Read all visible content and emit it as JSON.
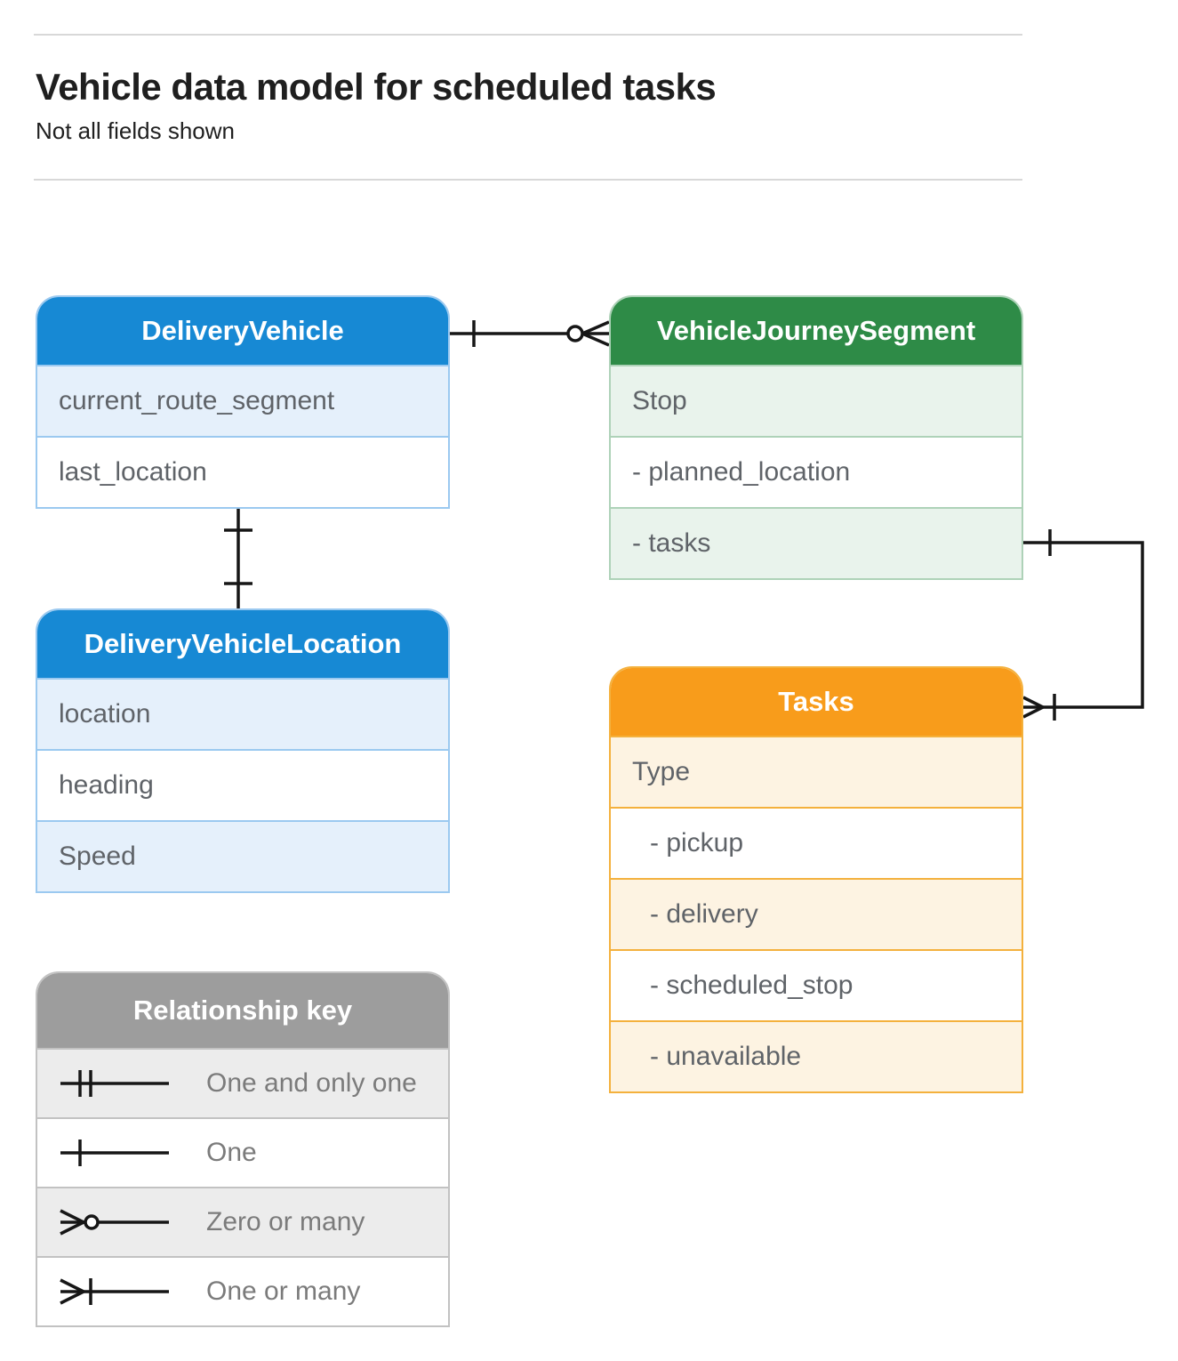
{
  "page": {
    "title": "Vehicle data model for scheduled tasks",
    "subtitle": "Not all fields shown"
  },
  "colors": {
    "blue": "#1789d4",
    "blue_light": "#e5f0fb",
    "blue_border": "#9bc9f0",
    "green": "#2e8b47",
    "green_light": "#e9f3ec",
    "green_border": "#aed2b8",
    "orange": "#f89c1b",
    "orange_light": "#fdf3e2",
    "orange_border": "#f4b13d",
    "gray": "#9d9d9d",
    "gray_light": "#ececec",
    "gray_border": "#c2c2c2",
    "row_text": "#5f6368",
    "legend_text": "#7b7b7b",
    "title_text": "#1f1f1f",
    "line": "#161616",
    "rule": "#d8d8d8",
    "header_text": "#ffffff"
  },
  "entities": {
    "delivery_vehicle": {
      "title": "DeliveryVehicle",
      "rows": [
        {
          "text": "current_route_segment"
        },
        {
          "text": "last_location"
        }
      ]
    },
    "vehicle_journey_segment": {
      "title": "VehicleJourneySegment",
      "rows": [
        {
          "text": "Stop"
        },
        {
          "text": "- planned_location"
        },
        {
          "text": "- tasks"
        }
      ]
    },
    "delivery_vehicle_location": {
      "title": "DeliveryVehicleLocation",
      "rows": [
        {
          "text": "location"
        },
        {
          "text": "heading"
        },
        {
          "text": "Speed"
        }
      ]
    },
    "tasks": {
      "title": "Tasks",
      "rows": [
        {
          "text": "Type"
        },
        {
          "text": "- pickup"
        },
        {
          "text": "- delivery"
        },
        {
          "text": "- scheduled_stop"
        },
        {
          "text": "- unavailable"
        }
      ]
    }
  },
  "legend": {
    "title": "Relationship key",
    "items": [
      {
        "symbol": "one-and-only-one",
        "label": "One and only one"
      },
      {
        "symbol": "one",
        "label": "One"
      },
      {
        "symbol": "zero-or-many",
        "label": "Zero or many"
      },
      {
        "symbol": "one-or-many",
        "label": "One or many"
      }
    ]
  },
  "relationships": [
    {
      "from": "DeliveryVehicle",
      "to": "VehicleJourneySegment",
      "from_cardinality": "one",
      "to_cardinality": "zero-or-many"
    },
    {
      "from": "DeliveryVehicle",
      "to": "DeliveryVehicleLocation",
      "from_cardinality": "one",
      "to_cardinality": "one"
    },
    {
      "from": "VehicleJourneySegment.tasks",
      "to": "Tasks",
      "from_cardinality": "one",
      "to_cardinality": "one-or-many"
    }
  ]
}
